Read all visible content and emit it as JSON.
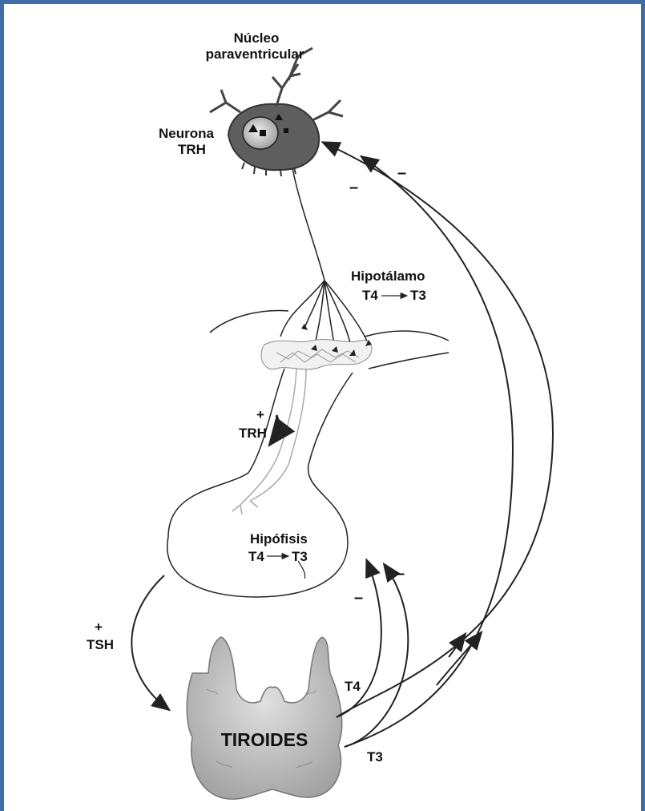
{
  "labels": {
    "nucleo_line1": "Núcleo",
    "nucleo_line2": "paraventricular",
    "neurona_line1": "Neurona",
    "neurona_line2": "TRH",
    "hipotalamo": "Hipotálamo",
    "hipotalamo_t4": "T4",
    "hipotalamo_t3": "T3",
    "trh_plus": "+",
    "trh": "TRH",
    "hipofisis": "Hipófisis",
    "hipofisis_t4": "T4",
    "hipofisis_t3": "T3",
    "tsh_plus": "+",
    "tsh": "TSH",
    "t4_out": "T4",
    "t3_out": "T3",
    "tiroides": "TIROIDES",
    "minus_1": "–",
    "minus_2": "–",
    "minus_3": "–",
    "minus_4": "–"
  },
  "colors": {
    "frame": "#3f6ea6",
    "neuron_body": "#5a5a5a",
    "nucleus": "#d9d9d9",
    "gland": "#c8c8c8",
    "line": "#222222"
  }
}
